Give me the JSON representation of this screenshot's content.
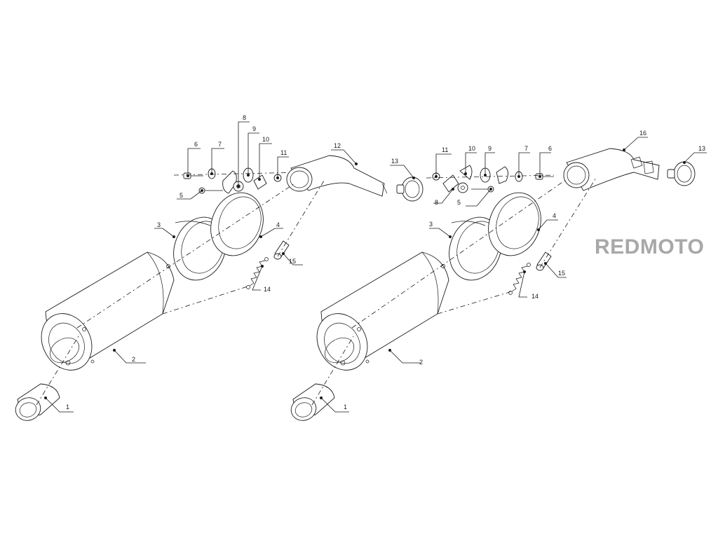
{
  "watermark": "REDMOTO",
  "assemblies": [
    {
      "callouts": {
        "1": "1",
        "2": "2",
        "3": "3",
        "4": "4",
        "5": "5",
        "6": "6",
        "7": "7",
        "8": "8",
        "9": "9",
        "10": "10",
        "11": "11",
        "12": "12",
        "13": "13",
        "14": "14",
        "15": "15"
      }
    },
    {
      "callouts": {
        "1": "1",
        "2": "2",
        "3": "3",
        "4": "4",
        "5": "5",
        "6": "6",
        "7": "7",
        "8": "8",
        "9": "9",
        "10": "10",
        "11": "11",
        "13": "13",
        "14": "14",
        "15": "15",
        "16": "16"
      }
    }
  ]
}
